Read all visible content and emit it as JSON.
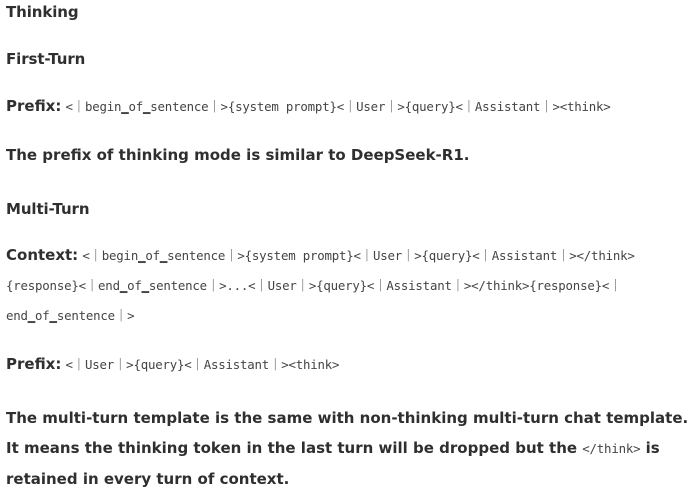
{
  "headings": {
    "thinking": "Thinking",
    "first_turn": "First-Turn",
    "multi_turn": "Multi-Turn"
  },
  "first_turn": {
    "prefix_label": "Prefix:",
    "prefix_code": "<｜begin▁of▁sentence｜>{system prompt}<｜User｜>{query}<｜Assistant｜><think>",
    "note": "The prefix of thinking mode is similar to DeepSeek-R1."
  },
  "multi_turn": {
    "context_label": "Context:",
    "context_line1": "<｜begin▁of▁sentence｜>{system prompt}<｜User｜>{query}<｜Assistant｜></think>",
    "context_line2": "{response}<｜end▁of▁sentence｜>...<｜User｜>{query}<｜Assistant｜></think>{response}<｜",
    "context_line3": "end▁of▁sentence｜>",
    "prefix_label": "Prefix:",
    "prefix_code": "<｜User｜>{query}<｜Assistant｜><think>",
    "note_part1": "The multi-turn template is the same with non-thinking multi-turn chat template. It means the thinking token in the last turn will be dropped but the ",
    "note_code": "</think>",
    "note_part2": " is retained in every turn of context."
  }
}
